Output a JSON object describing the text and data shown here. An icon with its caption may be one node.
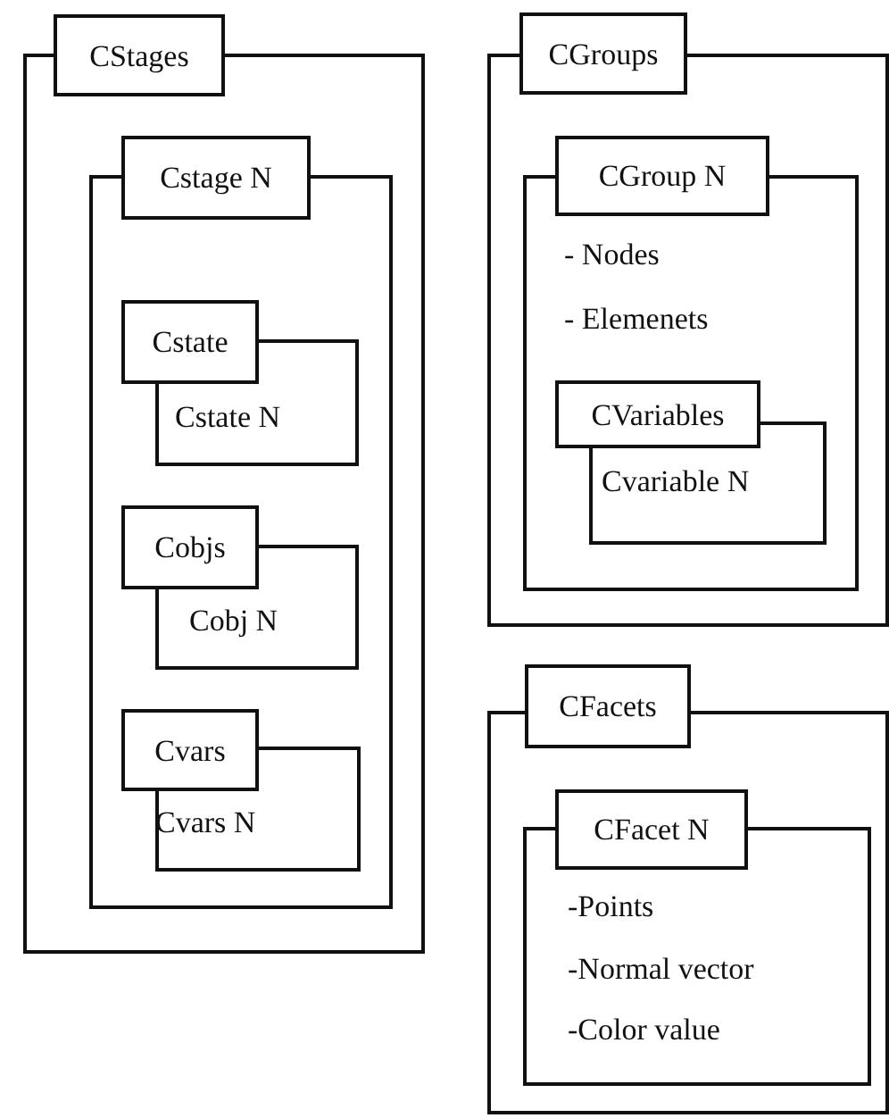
{
  "diagram": {
    "nodes": [
      {
        "text": [
          "CStages"
        ]
      },
      {
        "text": [
          "Cstage N"
        ],
        "in": 0
      },
      {
        "text": [
          "Cstate",
          "Cstate N"
        ],
        "in": 1
      },
      {
        "text": [
          "Cobjs",
          "Cobj N"
        ],
        "in": 1
      },
      {
        "text": [
          "Cvars",
          "Cvars N"
        ],
        "in": 1
      },
      {
        "text": [
          "CGroups"
        ]
      },
      {
        "text": [
          "CGroup N",
          "- Nodes",
          "- Elemenets"
        ],
        "in": 5
      },
      {
        "text": [
          "CVariables",
          "Cvariable N"
        ],
        "in": 6
      },
      {
        "text": [
          "CFacets"
        ]
      },
      {
        "text": [
          "CFacet N",
          "-Points",
          "-Normal vector",
          "-Color value"
        ],
        "in": 8
      }
    ]
  }
}
